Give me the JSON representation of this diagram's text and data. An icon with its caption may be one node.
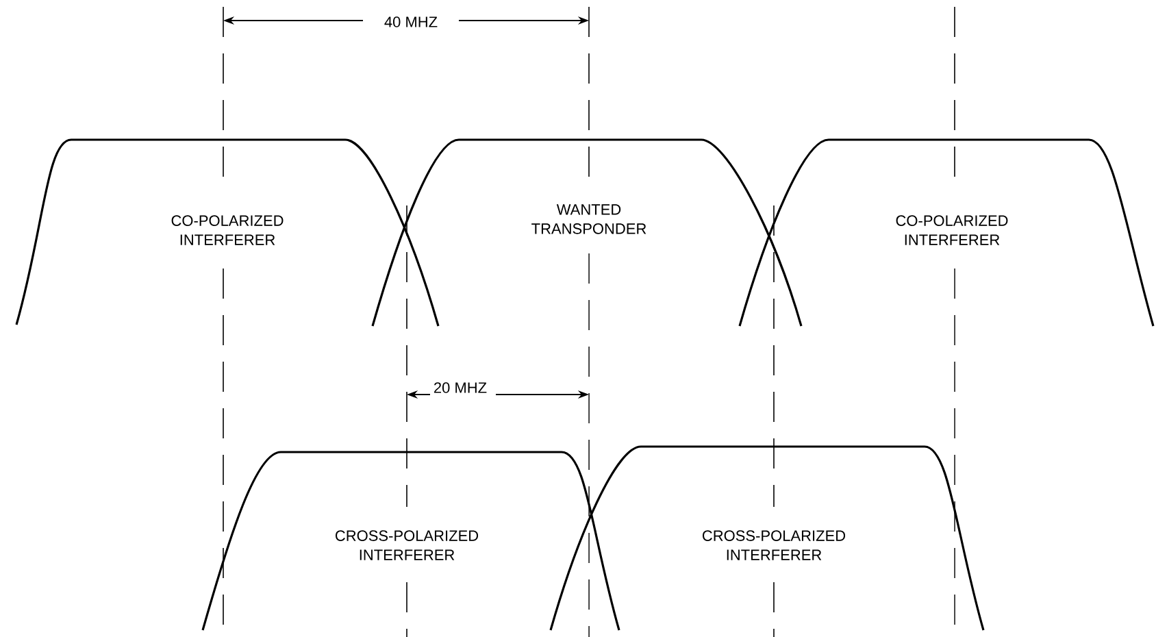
{
  "diagram": {
    "labels": [
      "40 MHZ",
      "CO-POLARIZED INTERFERER",
      "WANTED TRANSPONDER",
      "CO-POLARIZED INTERFERER",
      "20 MHZ",
      "CROSS-POLARIZED INTERFERER",
      "CROSS-POLARIZED INTERFERER"
    ]
  }
}
